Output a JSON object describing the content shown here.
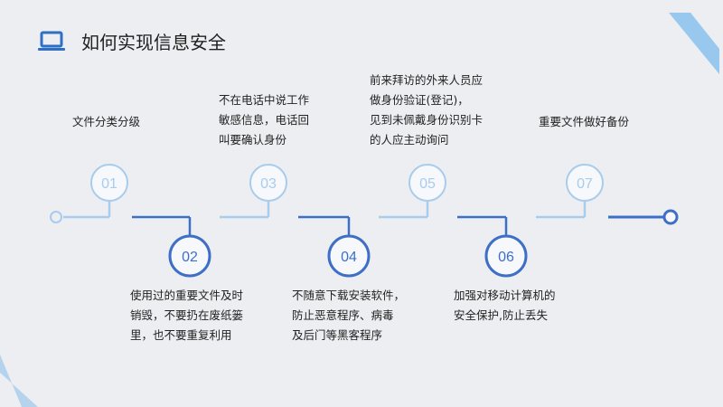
{
  "title": "如何实现信息安全",
  "icons": {
    "title": "laptop-icon"
  },
  "colors": {
    "background": "#eceef1",
    "light_blue": "#a9ccec",
    "dark_blue": "#3e6fc6",
    "corner_accent": "#8fc3ec"
  },
  "steps": [
    {
      "num": "01",
      "text": "文件分类分级"
    },
    {
      "num": "02",
      "text": "使用过的重要文件及时\n销毁，不要扔在废纸篓\n里，也不要重复利用"
    },
    {
      "num": "03",
      "text": "不在电话中说工作\n敏感信息，电话回\n叫要确认身份"
    },
    {
      "num": "04",
      "text": "不随意下载安装软件，\n防止恶意程序、病毒\n及后门等黑客程序"
    },
    {
      "num": "05",
      "text": "前来拜访的外来人员应\n做身份验证(登记)，\n见到未佩戴身份识别卡\n的人应主动询问"
    },
    {
      "num": "06",
      "text": "加强对移动计算机的\n安全保护,防止丢失"
    },
    {
      "num": "07",
      "text": "重要文件做好备份"
    }
  ]
}
